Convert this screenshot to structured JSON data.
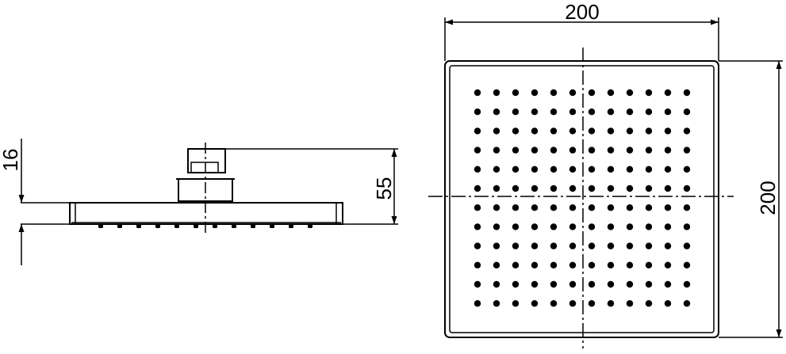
{
  "drawing": {
    "dimensions": {
      "side_thickness": "16",
      "side_height": "55",
      "top_width": "200",
      "top_height": "200"
    },
    "nozzle_grid": {
      "rows": 12,
      "cols": 12
    },
    "side_nozzle_count": 12,
    "line_color": "#000000",
    "background_color": "#ffffff"
  }
}
